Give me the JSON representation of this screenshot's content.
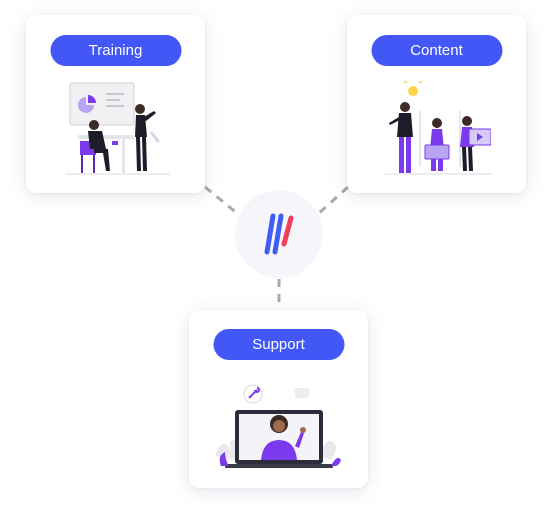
{
  "colors": {
    "accent": "#4257f5",
    "illustration_purple": "#7c3aed",
    "logo_blue": "#3f5cf6",
    "logo_red": "#ef3f5a",
    "connector_gray": "#a8aab2"
  },
  "hub": {
    "icon": "brand-logo-icon"
  },
  "cards": [
    {
      "id": "training",
      "label": "Training",
      "illustration": "training-illustration"
    },
    {
      "id": "content",
      "label": "Content",
      "illustration": "content-illustration"
    },
    {
      "id": "support",
      "label": "Support",
      "illustration": "support-illustration"
    }
  ]
}
